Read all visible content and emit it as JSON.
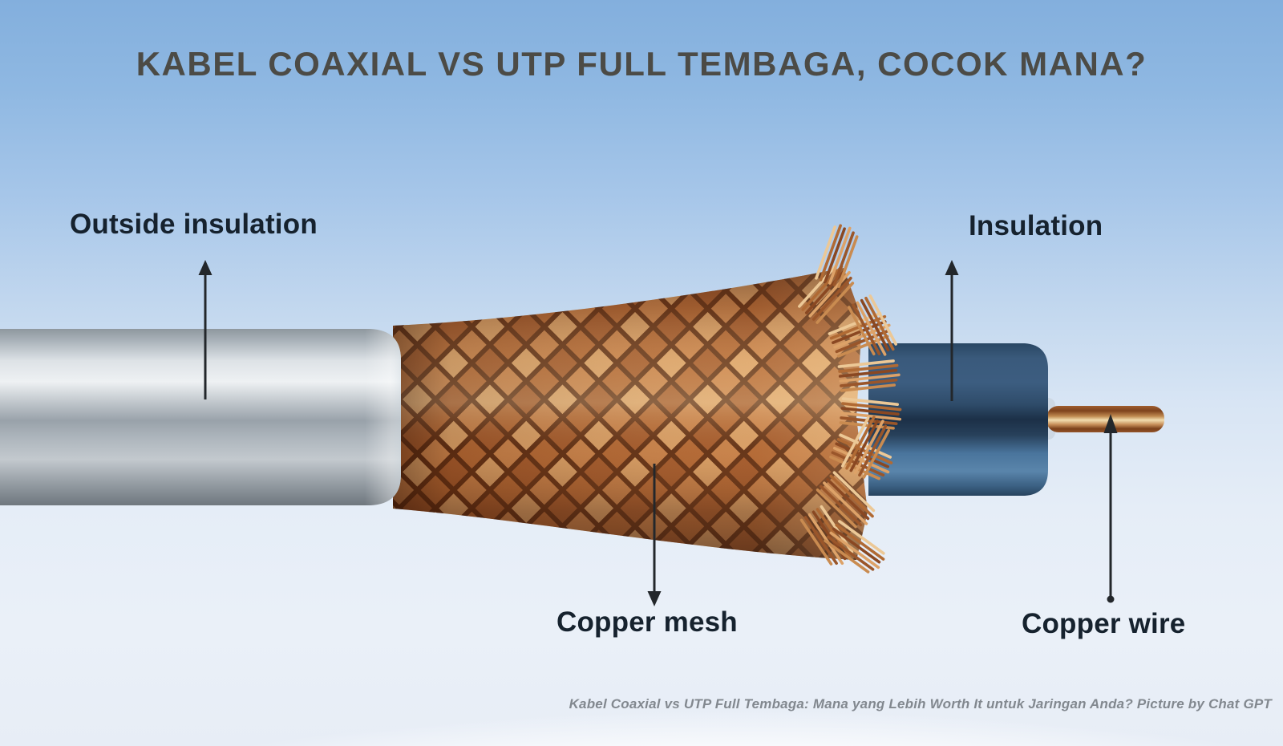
{
  "title": "KABEL COAXIAL VS UTP FULL TEMBAGA, COCOK MANA?",
  "caption": "Kabel Coaxial vs UTP Full Tembaga: Mana yang Lebih Worth It untuk Jaringan Anda? Picture by Chat GPT",
  "labels": {
    "outside_insulation": "Outside insulation",
    "insulation": "Insulation",
    "copper_mesh": "Copper mesh",
    "copper_wire": "Copper wire"
  },
  "colors": {
    "background_top": "#83afdd",
    "background_bottom": "#eaf0f8",
    "title_text": "#4c4b46",
    "label_text": "#16222e",
    "caption_text": "#82888f",
    "arrow": "#23272b",
    "outer_insulation_silver": "#c9cfd4",
    "copper_mesh_light": "#dda268",
    "copper_mesh_dark": "#8a4822",
    "inner_insulation_blue": "#2f4f70",
    "copper_wire_highlight": "#f2ddb0",
    "copper_wire_dark": "#7e431d"
  }
}
